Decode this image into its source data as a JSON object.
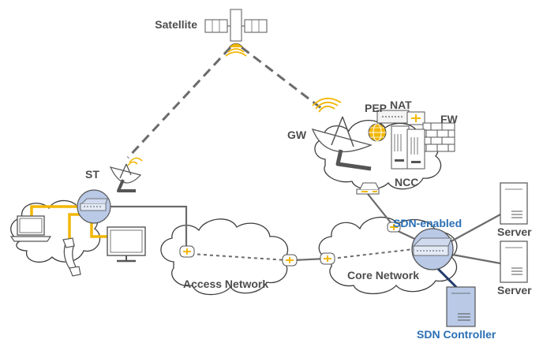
{
  "labels": {
    "satellite": "Satellite",
    "gw": "GW",
    "pep": "PEP",
    "nat": "NAT",
    "fw": "FW",
    "ncc": "NCC",
    "st": "ST",
    "access_network": "Access Network",
    "core_network": "Core Network",
    "sdn_enabled": "SDN-enabled",
    "server_1": "Server",
    "server_2": "Server",
    "sdn_controller": "SDN Controller"
  },
  "colors": {
    "accent_yellow": "#f2b705",
    "sdn_blue": "#2a6fb6",
    "link_gray": "#6b6b6b",
    "controller_link": "#1f3a6b",
    "switch_fill": "#b9c9e6"
  },
  "icons": [
    "satellite-icon",
    "dish-icon",
    "router-icon",
    "switch-icon",
    "server-icon",
    "laptop-icon",
    "monitor-icon",
    "phone-icon",
    "firewall-icon",
    "globe-icon"
  ]
}
